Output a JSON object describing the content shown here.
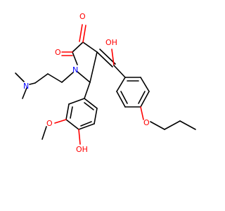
{
  "molecule": {
    "atom_labels": {
      "o_ketone": "O",
      "o_lactam": "O",
      "oh_enol": "OH",
      "n_ring": "N",
      "n_amine": "N",
      "o_ether_propoxy": "O",
      "o_methoxy": "O",
      "oh_phenol": "OH"
    },
    "colors": {
      "bond": "#000000",
      "oxygen": "#ff0000",
      "nitrogen": "#0000ff",
      "background": "#ffffff"
    }
  }
}
